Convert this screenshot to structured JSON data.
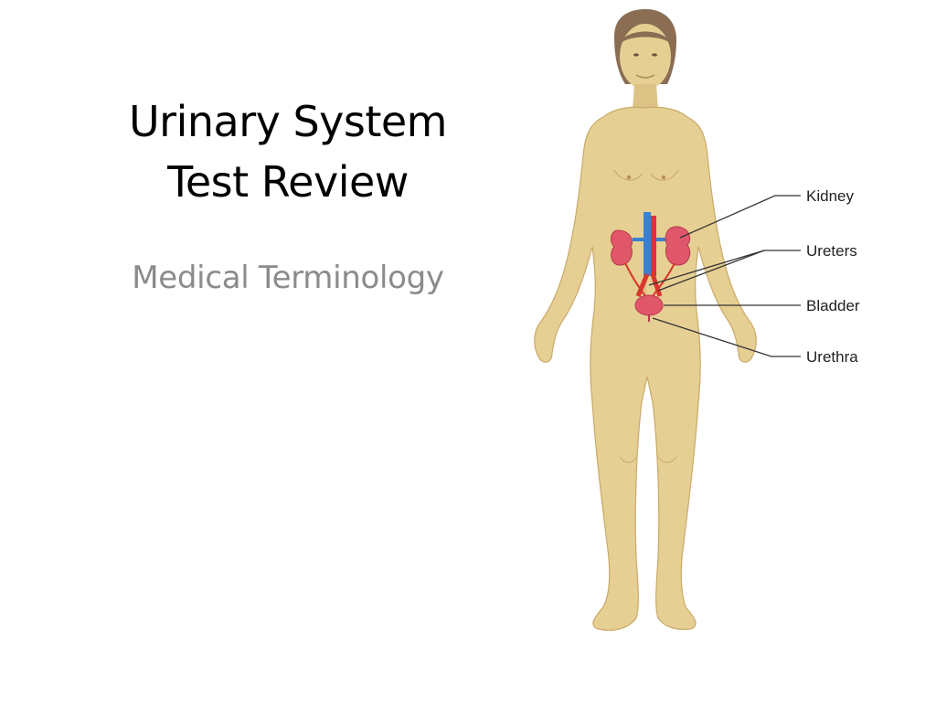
{
  "slide": {
    "title_line1": "Urinary System",
    "title_line2": "Test Review",
    "subtitle": "Medical Terminology"
  },
  "figure": {
    "labels": {
      "kidney": "Kidney",
      "ureters": "Ureters",
      "bladder": "Bladder",
      "urethra": "Urethra"
    }
  },
  "colors": {
    "background": "#ffffff",
    "title": "#000000",
    "subtitle": "#8b8b8b",
    "skin": "#e6cf93",
    "skin_shadow": "#caa969",
    "hair": "#8a6d52",
    "organ": "#e0566a",
    "vein": "#3b7fd0",
    "artery": "#d9362e",
    "leader_line": "#333333"
  }
}
